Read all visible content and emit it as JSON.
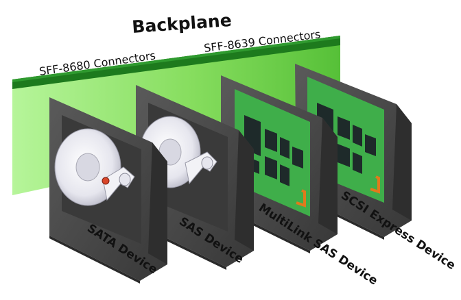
{
  "diagram": {
    "title": "Backplane",
    "connector_labels": {
      "left": "SFF-8680 Connectors",
      "right": "SFF-8639 Connectors"
    },
    "devices": [
      {
        "label": "SATA Device",
        "kind": "hdd"
      },
      {
        "label": "SAS Device",
        "kind": "hdd"
      },
      {
        "label": "MultiLink SAS Device",
        "kind": "ssd"
      },
      {
        "label": "SCSI Express Device",
        "kind": "ssd"
      }
    ],
    "colors": {
      "backplane_light": "#9ee87c",
      "backplane_dark": "#1d7a1d",
      "device_frame": "#4a4a4a",
      "device_frame_edge": "#2e2e2e",
      "platter": "#ebebf2",
      "pcb": "#3fae4a",
      "chip": "#1e2a2a",
      "connector_orange": "#e07a1c",
      "spindle_dot": "#d9462a"
    }
  }
}
